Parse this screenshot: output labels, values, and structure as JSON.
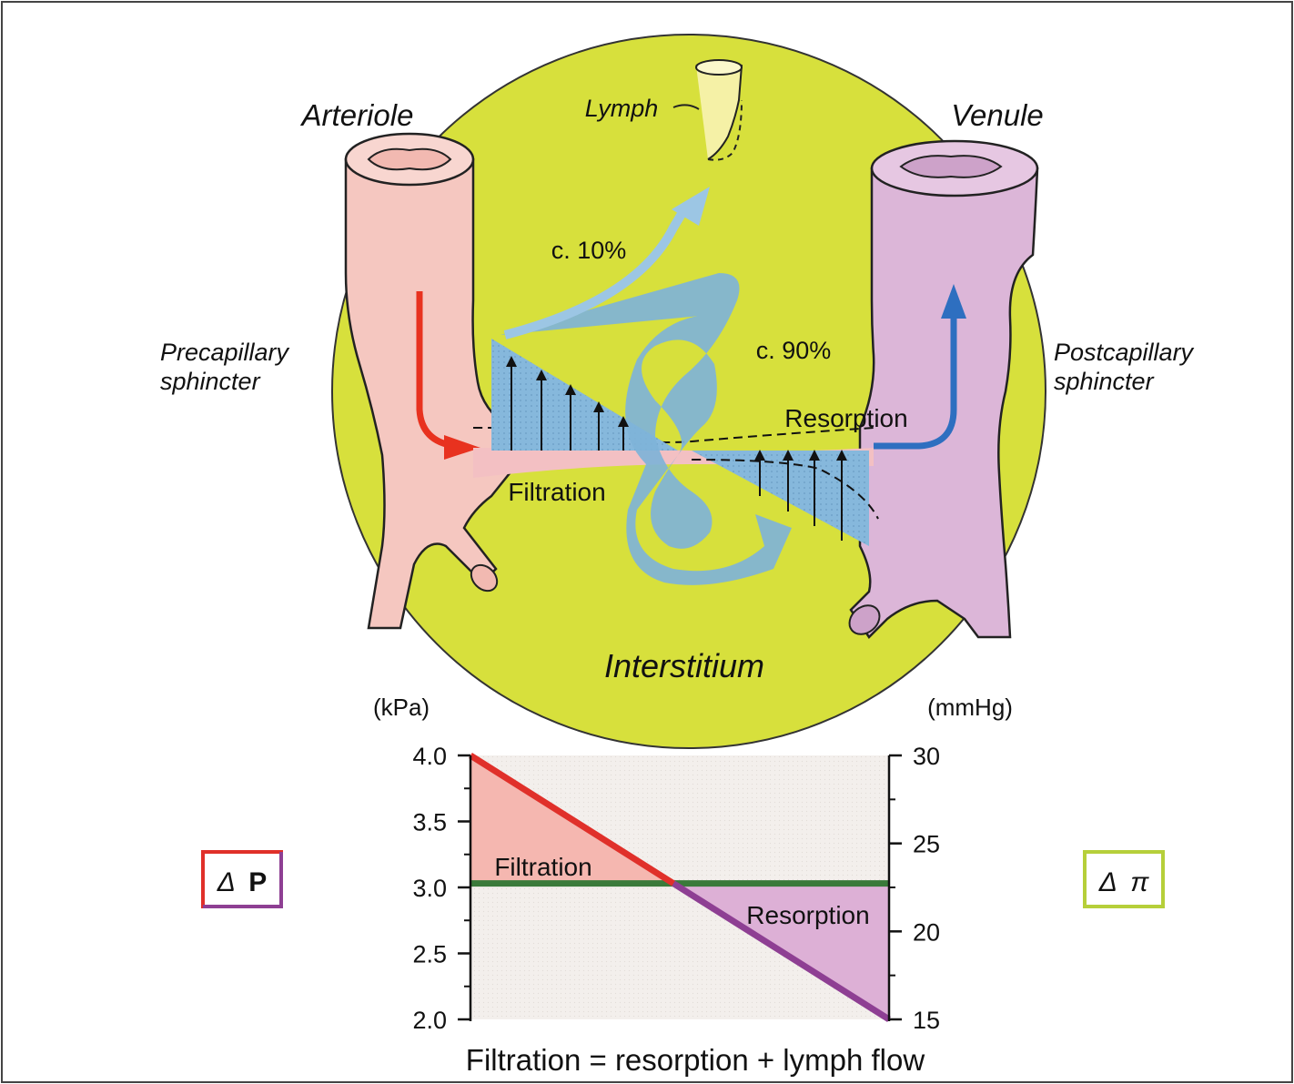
{
  "labels": {
    "arteriole": "Arteriole",
    "venule": "Venule",
    "lymph": "Lymph",
    "lymph_share": "c. 10%",
    "venous_share": "c. 90%",
    "precapillary": [
      "Precapillary",
      "sphincter"
    ],
    "postcapillary": [
      "Postcapillary",
      "sphincter"
    ],
    "resorption": "Resorption",
    "filtration": "Filtration",
    "interstitium": "Interstitium"
  },
  "legend": {
    "delta_p": {
      "symbol": "Δ",
      "letter": "P"
    },
    "delta_pi": {
      "symbol": "Δ",
      "letter": "π"
    }
  },
  "chart_data": {
    "type": "line",
    "left_axis_unit": "(kPa)",
    "right_axis_unit": "(mmHg)",
    "left_ticks": [
      "4.0",
      "3.5",
      "3.0",
      "2.5",
      "2.0"
    ],
    "left_tick_values": [
      4.0,
      3.5,
      3.0,
      2.5,
      2.0
    ],
    "right_ticks": [
      "30",
      "25",
      "20",
      "15"
    ],
    "right_tick_values": [
      30,
      25,
      20,
      15
    ],
    "ylim_kpa": [
      2.0,
      4.0
    ],
    "ylim_mmhg": [
      15,
      30
    ],
    "x_range": [
      0,
      1
    ],
    "series": [
      {
        "key": "delta_p",
        "x": [
          0,
          1
        ],
        "y_kpa": [
          4.0,
          2.0
        ],
        "color": "#e0302a",
        "color_after_cross": "#8e3f93"
      },
      {
        "key": "delta_pi",
        "x": [
          0,
          1
        ],
        "y_kpa": [
          3.03,
          3.03
        ],
        "color": "#3a7a3a"
      }
    ],
    "region_labels": {
      "filtration": "Filtration",
      "resorption": "Resorption"
    },
    "caption": "Filtration = resorption + lymph flow"
  },
  "colors": {
    "interstitium": "#d7e03c",
    "arteriole": "#f5c7c0",
    "venule": "#dcb6d8",
    "fluid": "#7fb3d8",
    "filtration_arrow": "#e8321f",
    "resorption_arrow": "#2e6fc0",
    "lymph": "#f5f1a6",
    "filtration_fill": "#f5b7b0",
    "resorption_fill": "#ddb0d6"
  }
}
